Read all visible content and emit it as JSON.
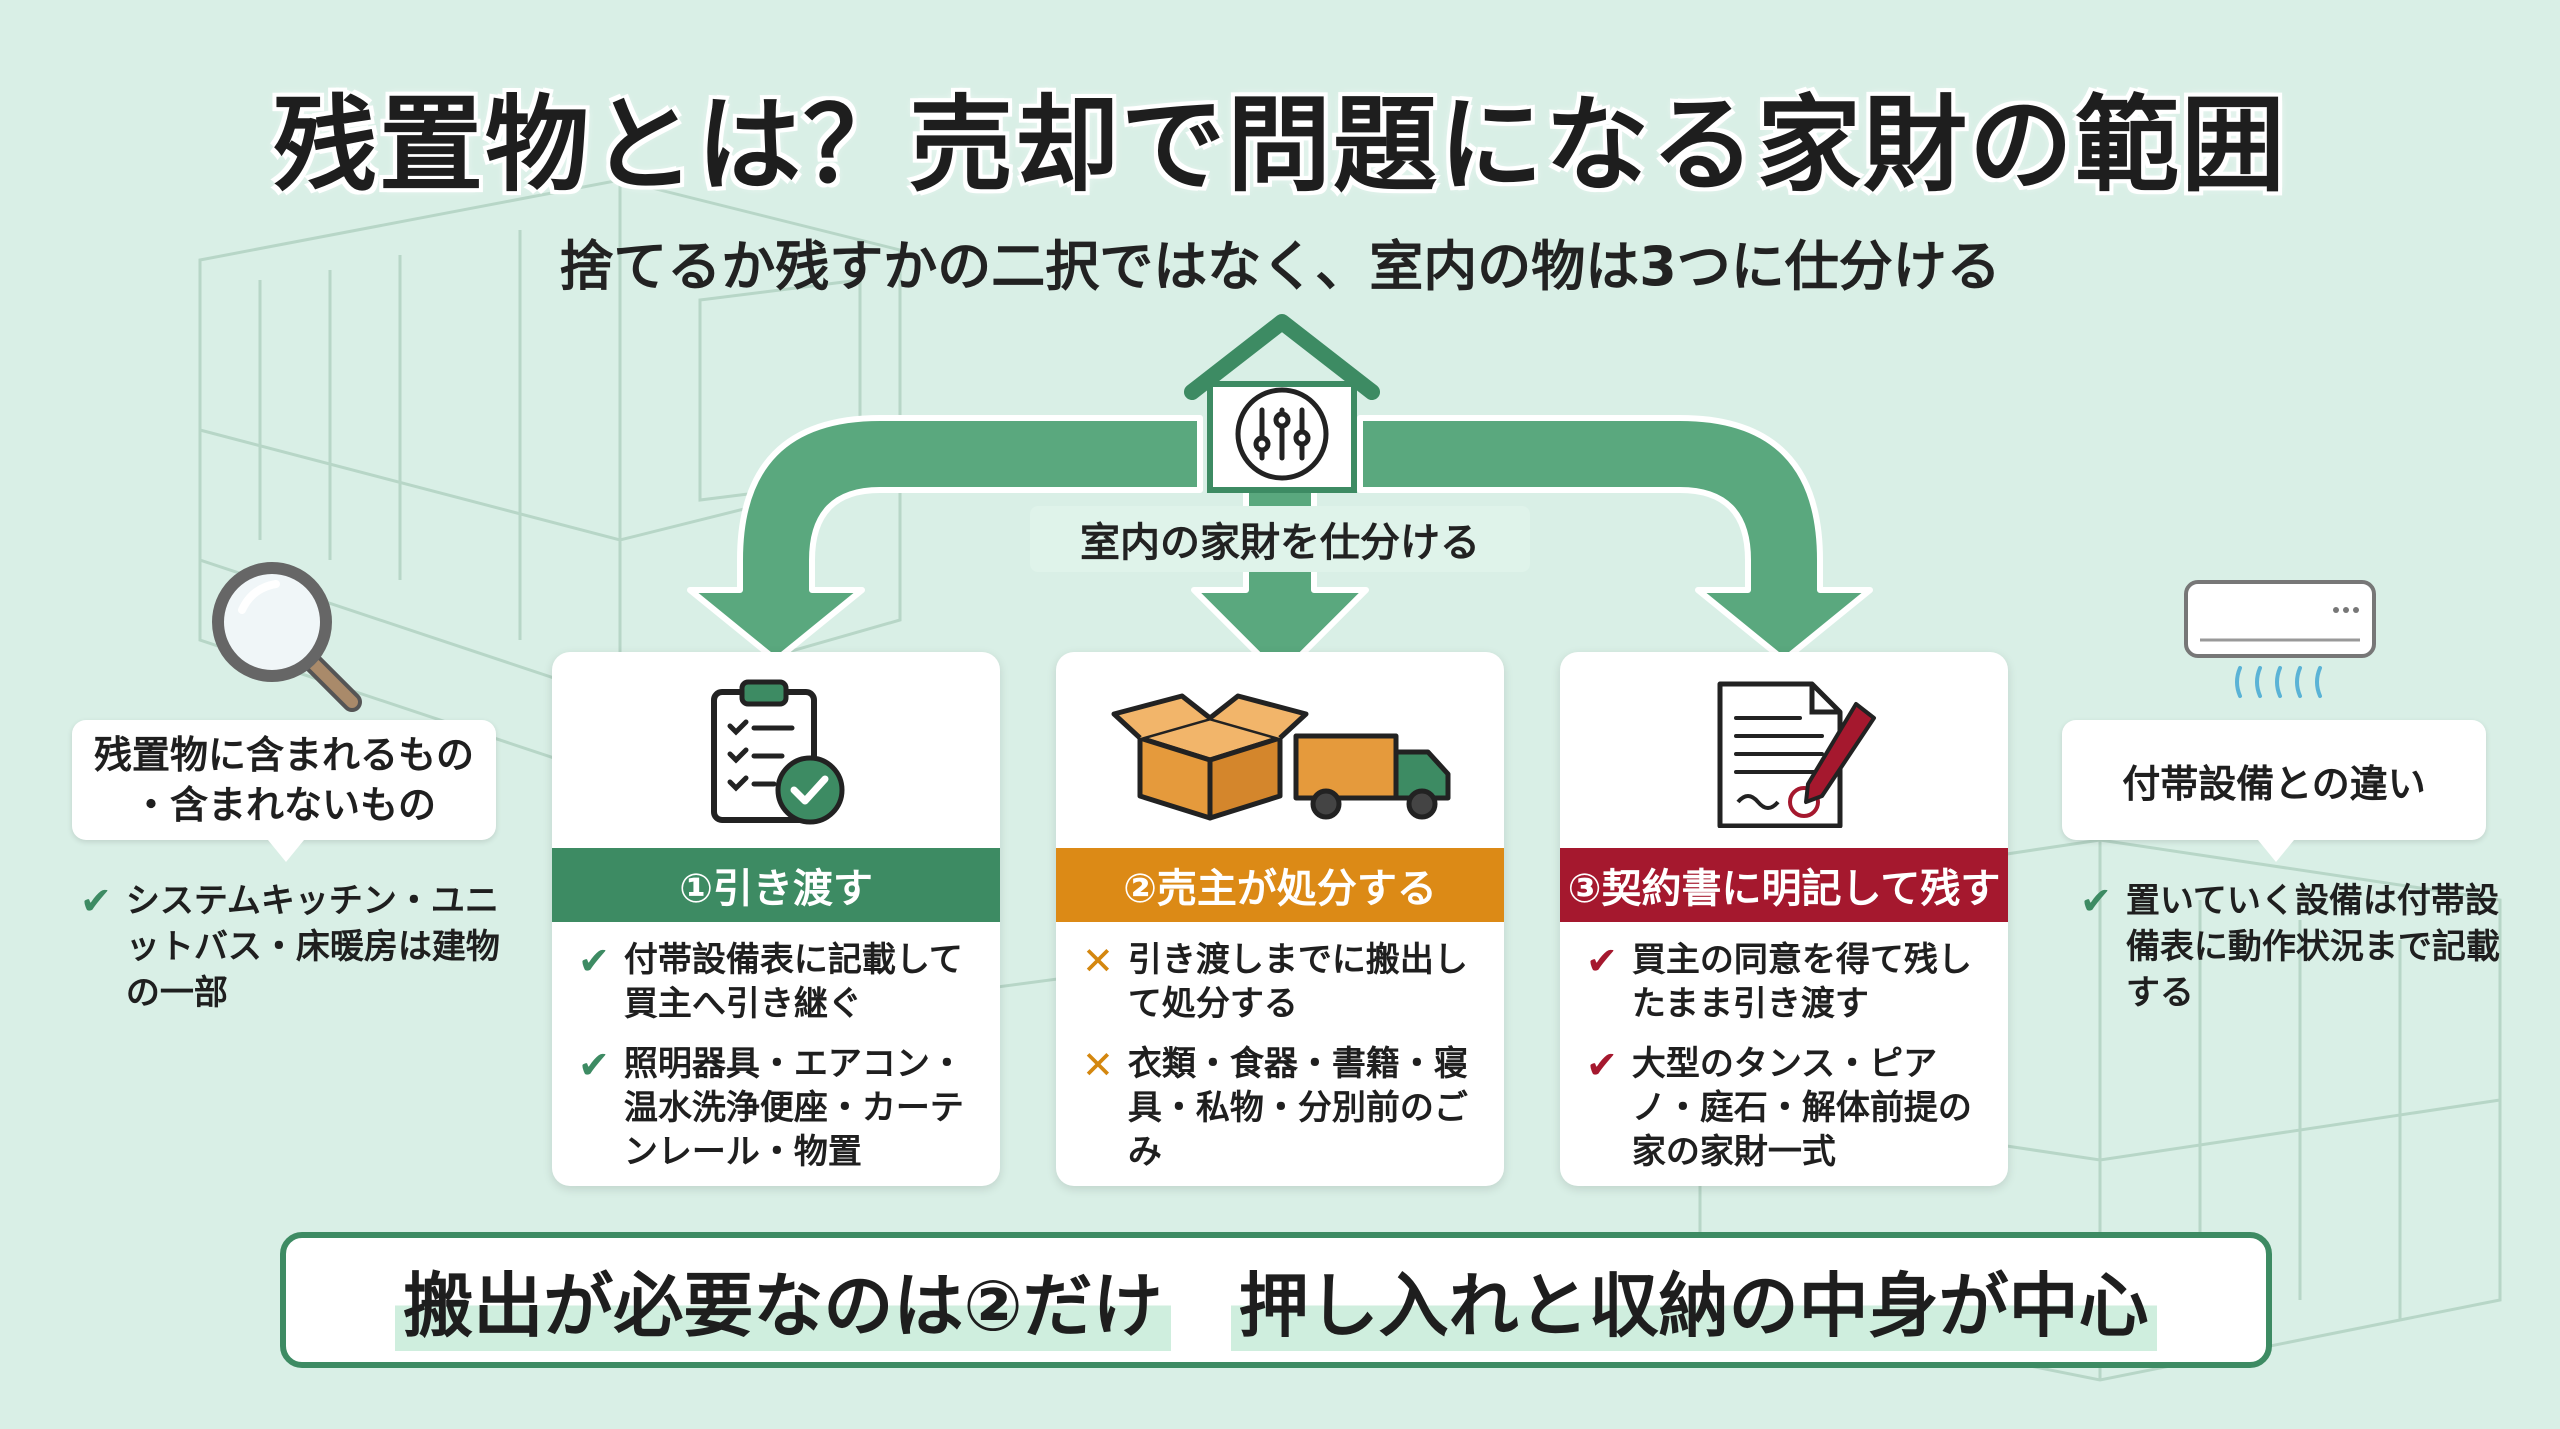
{
  "title": "残置物とは？売却で問題になる家財の範囲",
  "subtitle": "捨てるか残すかの二択ではなく、室内の物は3つに仕分ける",
  "center": {
    "label": "室内の家財を仕分ける",
    "icon": "house-sliders-icon"
  },
  "left_side": {
    "icon": "magnifier-icon",
    "bubble_line1": "残置物に含まれるもの",
    "bubble_line2": "・含まれないもの",
    "note": "システムキッチン・ユニットバス・床暖房は建物の一部"
  },
  "right_side": {
    "icon": "air-conditioner-icon",
    "bubble": "付帯設備との違い",
    "note": "置いていく設備は付帯設備表に動作状況まで記載する"
  },
  "cards": [
    {
      "icon": "clipboard-check-icon",
      "heading": "①引き渡す",
      "color": "#3d8b63",
      "items": [
        "付帯設備表に記載して買主へ引き継ぐ",
        "照明器具・エアコン・温水洗浄便座・カーテンレール・物置"
      ]
    },
    {
      "icon": "box-truck-icon",
      "heading": "②売主が処分する",
      "color": "#dc8a16",
      "items": [
        "引き渡しまでに搬出して処分する",
        "衣類・食器・書籍・寝具・私物・分別前のごみ"
      ]
    },
    {
      "icon": "contract-pen-icon",
      "heading": "③契約書に明記して残す",
      "color": "#a5182e",
      "items": [
        "買主の同意を得て残したまま引き渡す",
        "大型のタンス・ピアノ・庭石・解体前提の家の家財一式"
      ]
    }
  ],
  "banner": {
    "part1": "搬出が必要なのは②だけ",
    "part2": "押し入れと収納の中身が中心"
  },
  "colors": {
    "background": "#d9efe6",
    "green": "#3d8b63",
    "orange": "#dc8a16",
    "red": "#a5182e"
  }
}
